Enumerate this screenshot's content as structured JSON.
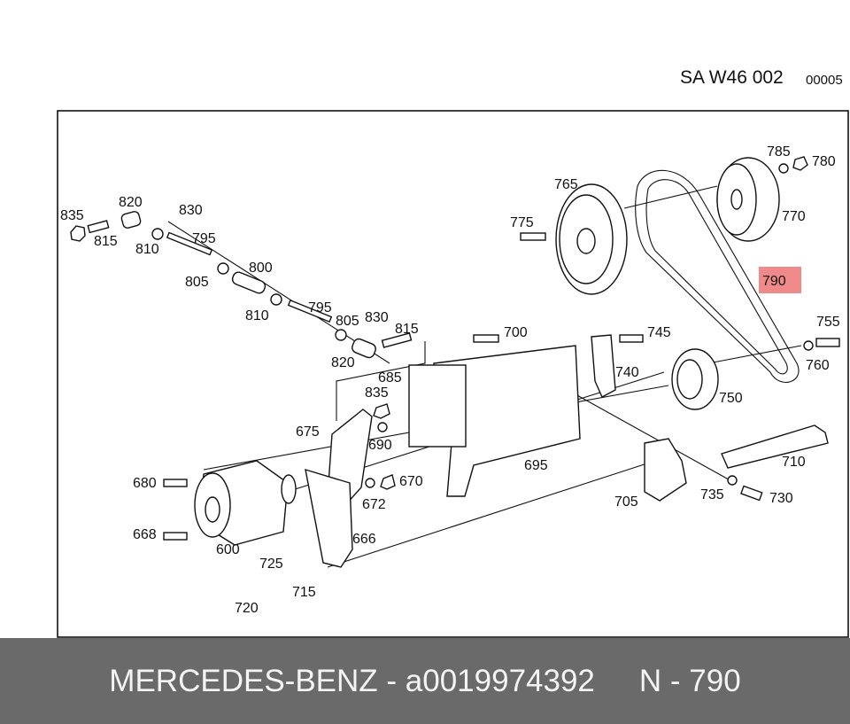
{
  "header": {
    "code": "SA W46 002",
    "sequence": "00005"
  },
  "highlight": {
    "label": "790",
    "color": "#f08a8a"
  },
  "callouts": [
    "835",
    "820",
    "830",
    "815",
    "810",
    "795",
    "805",
    "800",
    "810",
    "795",
    "805",
    "830",
    "815",
    "820",
    "685",
    "835",
    "675",
    "690",
    "680",
    "668",
    "600",
    "725",
    "720",
    "715",
    "666",
    "672",
    "670",
    "700",
    "695",
    "705",
    "735",
    "730",
    "710",
    "745",
    "740",
    "750",
    "755",
    "760",
    "775",
    "765",
    "785",
    "780",
    "770"
  ],
  "footer": {
    "brand": "MERCEDES-BENZ",
    "part_number": "a0019974392",
    "ref": "N - 790",
    "separator": " - "
  }
}
